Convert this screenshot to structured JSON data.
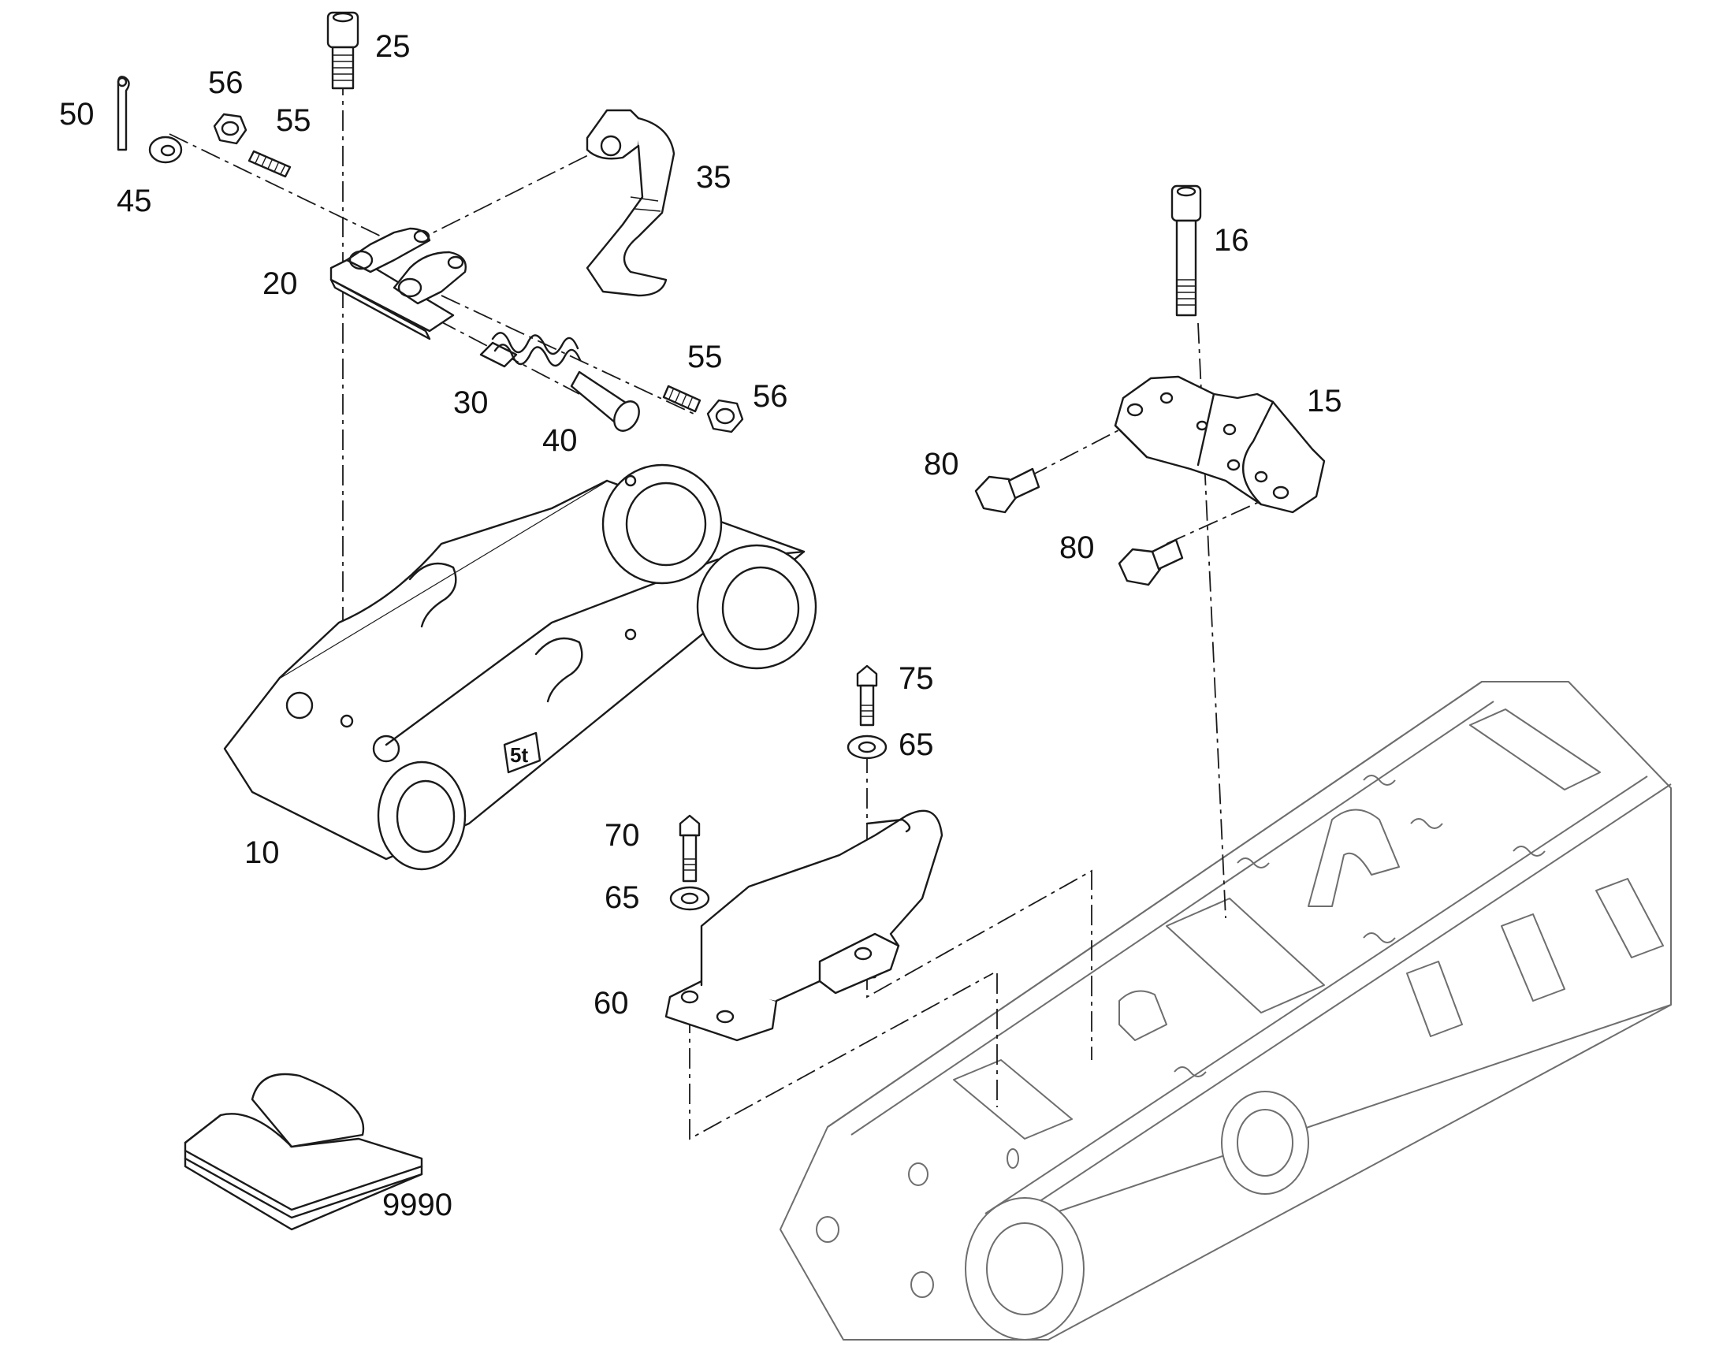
{
  "diagram": {
    "callouts": [
      {
        "id": "c25",
        "label": "25"
      },
      {
        "id": "c50",
        "label": "50"
      },
      {
        "id": "c56a",
        "label": "56"
      },
      {
        "id": "c55a",
        "label": "55"
      },
      {
        "id": "c45",
        "label": "45"
      },
      {
        "id": "c35",
        "label": "35"
      },
      {
        "id": "c20",
        "label": "20"
      },
      {
        "id": "c16",
        "label": "16"
      },
      {
        "id": "c55b",
        "label": "55"
      },
      {
        "id": "c56b",
        "label": "56"
      },
      {
        "id": "c30",
        "label": "30"
      },
      {
        "id": "c40",
        "label": "40"
      },
      {
        "id": "c15",
        "label": "15"
      },
      {
        "id": "c80a",
        "label": "80"
      },
      {
        "id": "c80b",
        "label": "80"
      },
      {
        "id": "c75",
        "label": "75"
      },
      {
        "id": "c65a",
        "label": "65"
      },
      {
        "id": "c70",
        "label": "70"
      },
      {
        "id": "c65b",
        "label": "65"
      },
      {
        "id": "c10",
        "label": "10"
      },
      {
        "id": "c60",
        "label": "60"
      },
      {
        "id": "c9990",
        "label": "9990"
      }
    ],
    "quick_coupler_stamp": "5t",
    "colors": {
      "line": "#1a1a1a",
      "background_part": "#6e6e6e"
    }
  }
}
